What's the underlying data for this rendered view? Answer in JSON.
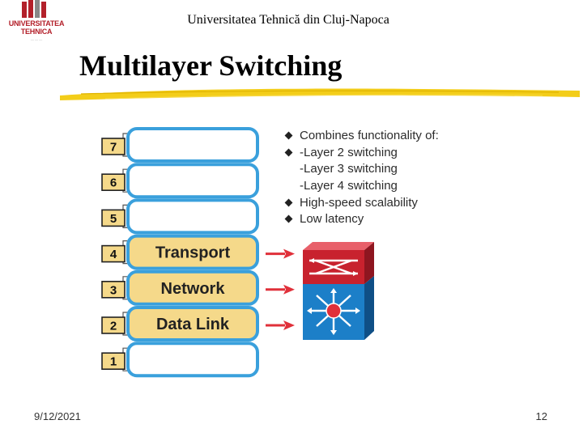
{
  "logo": {
    "name_line1": "UNIVERSITATEA",
    "name_line2": "TEHNICA",
    "brand_color": "#b3202a"
  },
  "header": {
    "institution": "Universitatea Tehnică din Cluj-Napoca"
  },
  "slide": {
    "title": "Multilayer Switching",
    "underline_color": "#f2c800"
  },
  "osi_stack": {
    "layers": [
      {
        "number": "7",
        "name": "",
        "highlighted": false
      },
      {
        "number": "6",
        "name": "",
        "highlighted": false
      },
      {
        "number": "5",
        "name": "",
        "highlighted": false
      },
      {
        "number": "4",
        "name": "Transport",
        "highlighted": true
      },
      {
        "number": "3",
        "name": "Network",
        "highlighted": true
      },
      {
        "number": "2",
        "name": "Data Link",
        "highlighted": true
      },
      {
        "number": "1",
        "name": "",
        "highlighted": false
      }
    ],
    "box_border_color": "#3aa0dc",
    "highlight_color": "#f5d98a",
    "number_box_color": "#f5d98a",
    "arrow_color": "#e0303a"
  },
  "bullets": [
    {
      "text": "Combines functionality of:",
      "marker": true
    },
    {
      "text": "-Layer 2 switching",
      "marker": true
    },
    {
      "text": "-Layer 3 switching",
      "marker": false
    },
    {
      "text": "-Layer 4 switching",
      "marker": false
    },
    {
      "text": "High-speed scalability",
      "marker": true
    },
    {
      "text": "Low latency",
      "marker": true
    }
  ],
  "device": {
    "icon": "multilayer-switch-icon",
    "top_color": "#c8222e",
    "body_color": "#1c7fc8"
  },
  "footer": {
    "date": "9/12/2021",
    "page_number": "12"
  }
}
